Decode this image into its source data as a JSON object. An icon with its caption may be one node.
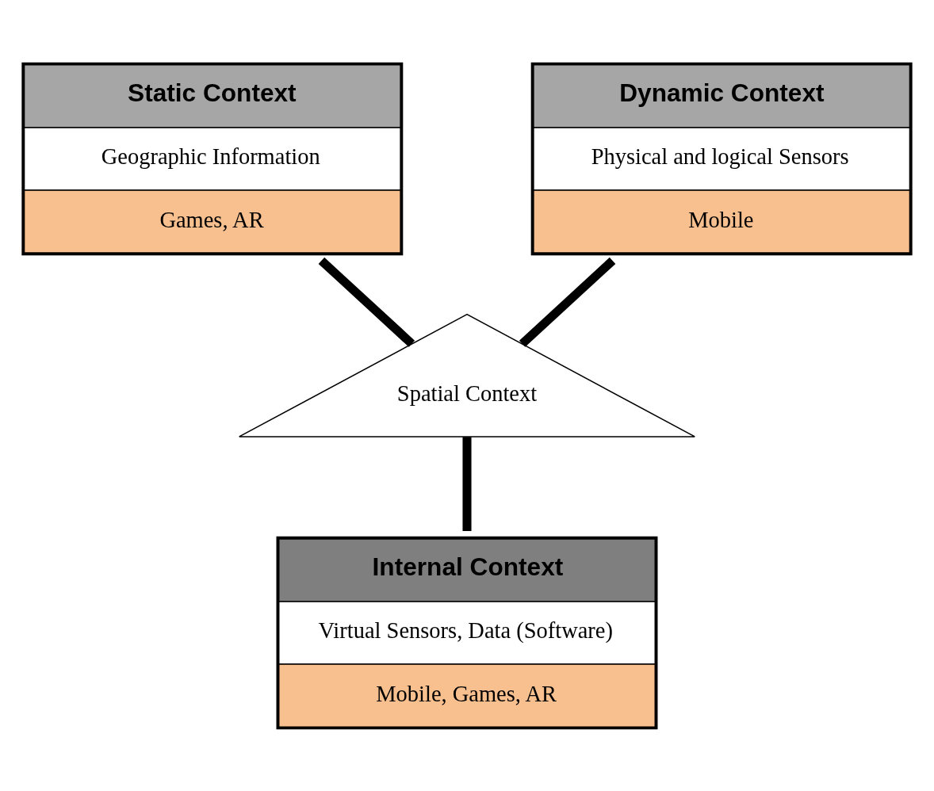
{
  "diagram": {
    "nodes": [
      {
        "text": [
          "Static Context",
          "Geographic Information",
          "Games, AR"
        ]
      },
      {
        "text": [
          "Dynamic Context",
          "Physical and logical Sensors",
          "Mobile"
        ]
      },
      {
        "text": [
          "Spatial Context"
        ]
      },
      {
        "text": [
          "Internal Context",
          "Virtual Sensors, Data (Software)",
          "Mobile, Games, AR"
        ]
      }
    ],
    "edges": [
      {
        "from": 0,
        "to": 2,
        "arrow": "none"
      },
      {
        "from": 1,
        "to": 2,
        "arrow": "none"
      },
      {
        "from": 2,
        "to": 3,
        "arrow": "none"
      }
    ]
  }
}
